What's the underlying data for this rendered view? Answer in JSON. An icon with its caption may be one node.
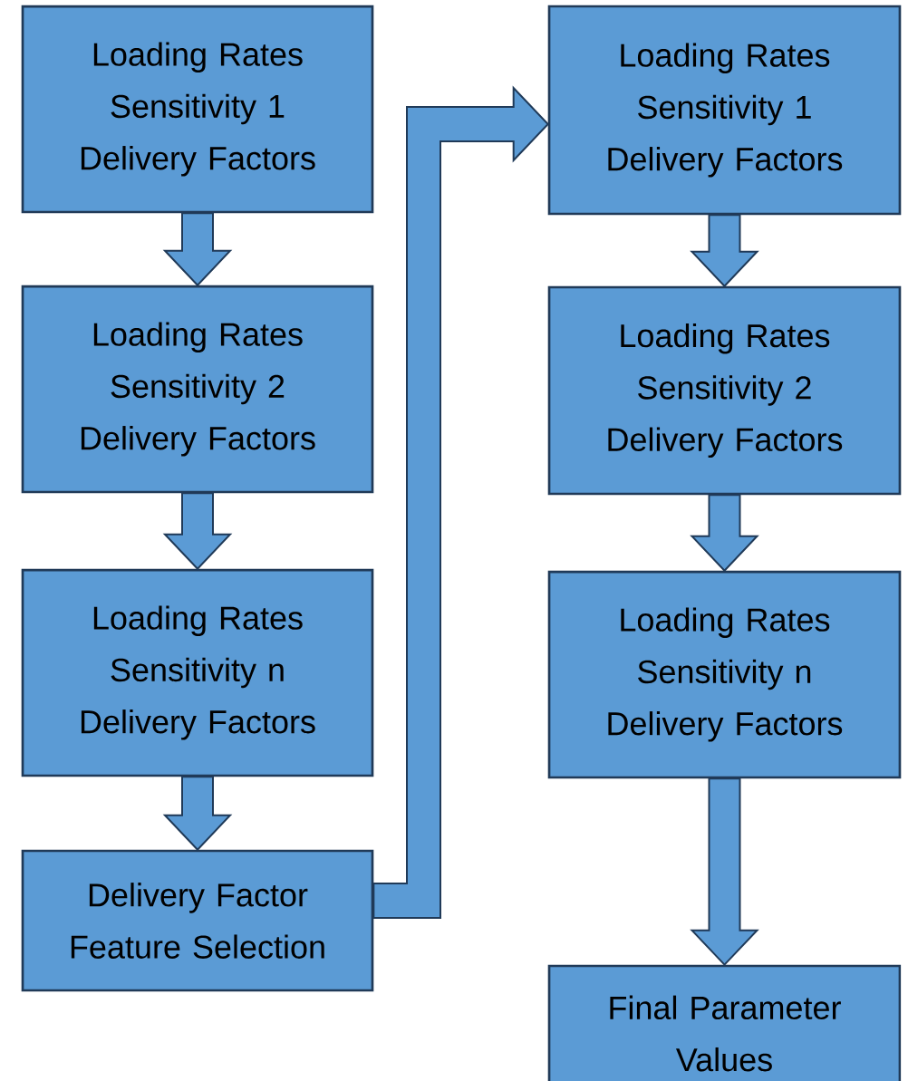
{
  "diagram": {
    "nodes": [
      {
        "text": [
          "Loading Rates Sensitivity 1 Delivery Factors"
        ]
      },
      {
        "text": [
          "Loading Rates Sensitivity 2 Delivery Factors"
        ]
      },
      {
        "text": [
          "Loading Rates Sensitivity n Delivery Factors"
        ]
      },
      {
        "text": [
          "Delivery Factor Feature Selection"
        ]
      },
      {
        "text": [
          "Loading Rates Sensitivity 1 Delivery Factors"
        ]
      },
      {
        "text": [
          "Loading Rates Sensitivity 2 Delivery Factors"
        ]
      },
      {
        "text": [
          "Loading Rates Sensitivity n Delivery Factors"
        ]
      },
      {
        "text": [
          "Final Parameter Values"
        ]
      }
    ],
    "edges": [
      {
        "from": 0,
        "to": 1,
        "arrow": "to"
      },
      {
        "from": 1,
        "to": 2,
        "arrow": "to"
      },
      {
        "from": 2,
        "to": 3,
        "arrow": "to"
      },
      {
        "from": 3,
        "to": 4,
        "arrow": "to"
      },
      {
        "from": 4,
        "to": 5,
        "arrow": "to"
      },
      {
        "from": 5,
        "to": 6,
        "arrow": "to"
      },
      {
        "from": 6,
        "to": 7,
        "arrow": "to"
      }
    ]
  }
}
